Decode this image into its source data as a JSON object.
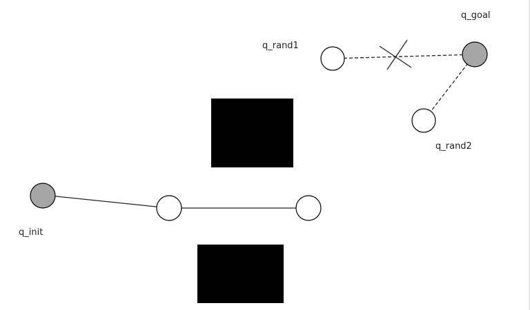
{
  "labels": {
    "q_goal": "q_goal",
    "q_rand1": "q_rand1",
    "q_rand2": "q_rand2",
    "q_init": "q_init"
  },
  "colors": {
    "start_goal_fill": "#a6a6a6",
    "sample_fill": "#ffffff",
    "obstacle_fill": "#000000",
    "edge": "#222222"
  }
}
